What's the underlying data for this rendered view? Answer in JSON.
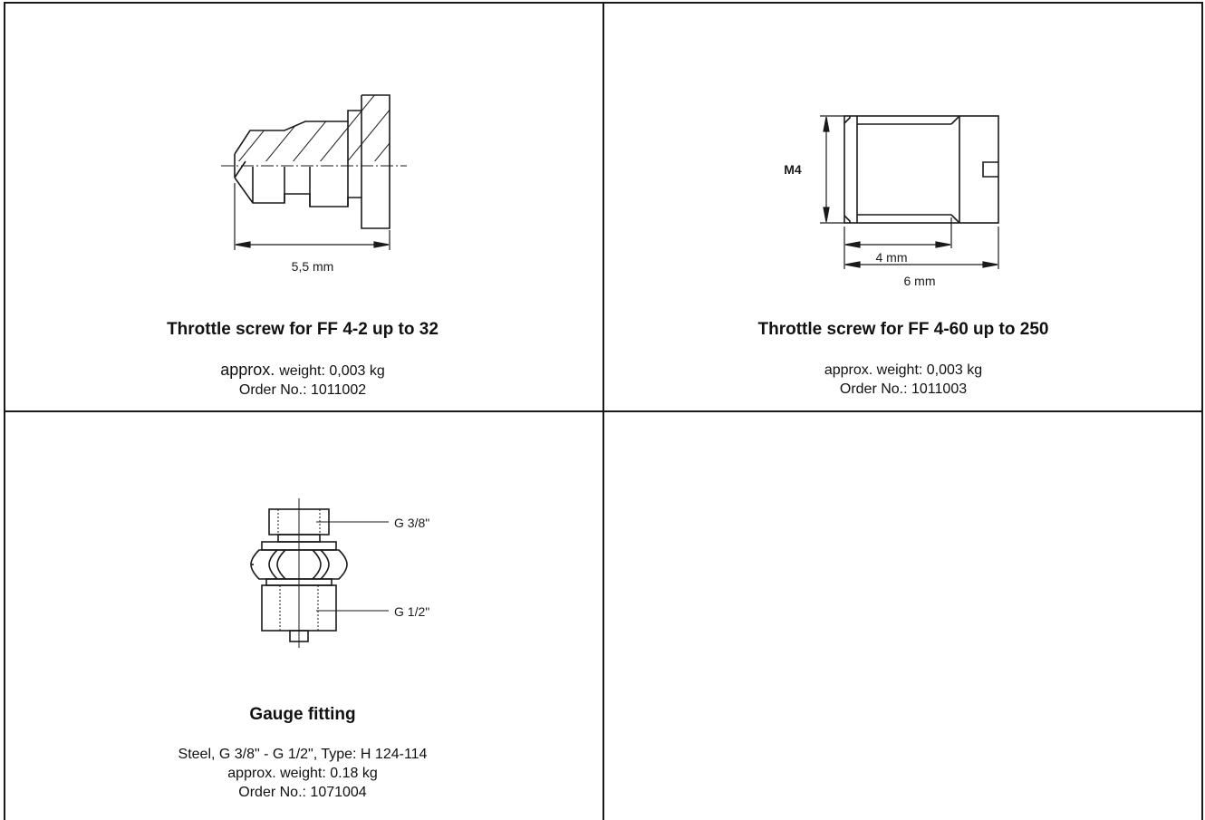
{
  "cells": [
    {
      "title": "Throttle screw for FF 4-2 up to 32",
      "weight_prefix": "approx. ",
      "weight_label": "weight: 0,003 kg",
      "order": "Order No.: 1011002",
      "dimension_label": "5,5 mm"
    },
    {
      "title": "Throttle screw for FF 4-60 up to 250",
      "weight": "approx. weight: 0,003 kg",
      "order": "Order No.: 1011003",
      "thread_label": "M4",
      "dim_short": "4 mm",
      "dim_long": "6 mm"
    },
    {
      "title": "Gauge fitting",
      "spec": "Steel, G 3/8\" - G 1/2\", Type: H 124-114",
      "weight": "approx. weight: 0.18 kg",
      "order": "Order No.: 1071004",
      "label_top": "G 3/8\"",
      "label_bottom": "G 1/2\""
    }
  ],
  "colors": {
    "line": "#1a1a1a",
    "background": "#ffffff"
  }
}
